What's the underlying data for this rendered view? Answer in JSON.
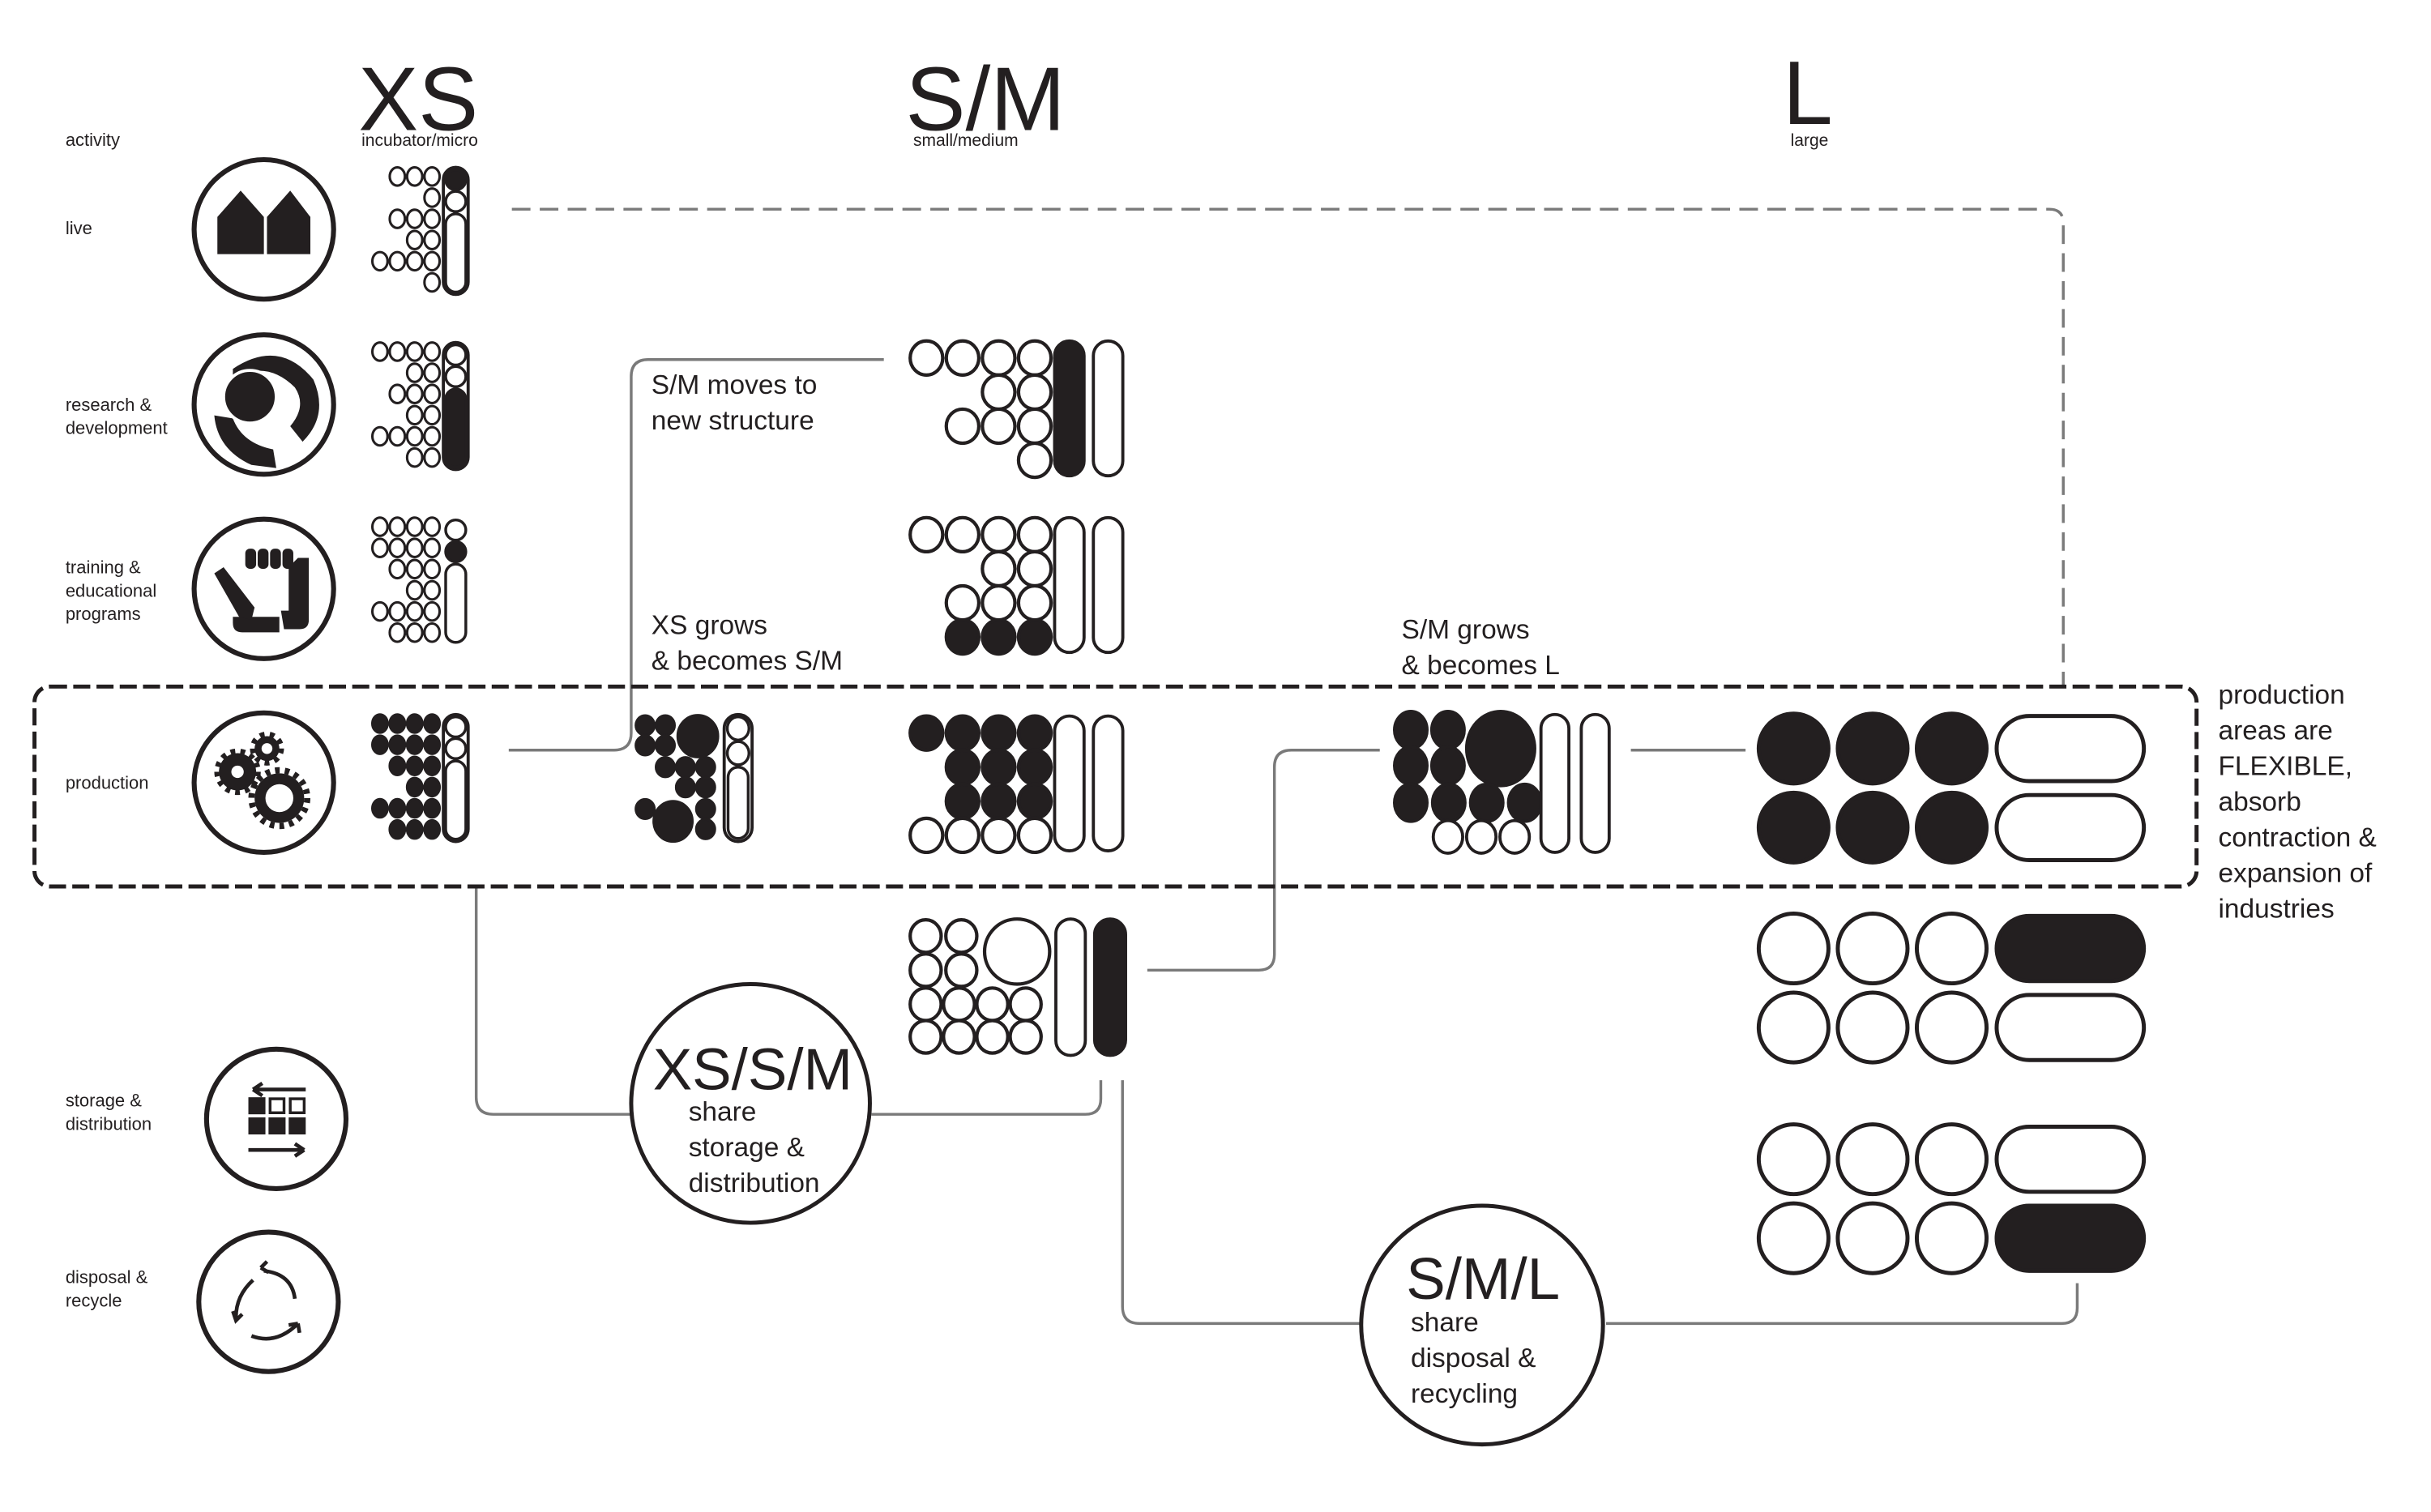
{
  "colors": {
    "ink": "#231f20",
    "connector": "#7a7a7a",
    "background": "#ffffff"
  },
  "header": {
    "activity_label": "activity",
    "columns": [
      {
        "id": "xs",
        "title": "XS",
        "subtitle": "incubator/micro"
      },
      {
        "id": "sm",
        "title": "S/M",
        "subtitle": "small/medium"
      },
      {
        "id": "l",
        "title": "L",
        "subtitle": "large"
      }
    ]
  },
  "activities": [
    {
      "id": "live",
      "lines": [
        "live"
      ],
      "icon": "houses-icon"
    },
    {
      "id": "research",
      "lines": [
        "research &",
        "development"
      ],
      "icon": "magnifier-icon"
    },
    {
      "id": "training",
      "lines": [
        "training &",
        "educational",
        "programs"
      ],
      "icon": "hand-pencil-icon"
    },
    {
      "id": "production",
      "lines": [
        "production"
      ],
      "icon": "gears-icon"
    },
    {
      "id": "storage",
      "lines": [
        "storage &",
        "distribution"
      ],
      "icon": "storage-grid-arrows-icon"
    },
    {
      "id": "disposal",
      "lines": [
        "disposal &",
        "recycle"
      ],
      "icon": "recycle-arrows-icon"
    }
  ],
  "annotations": {
    "sm_moves": [
      "S/M moves to",
      "new structure"
    ],
    "xs_grows": [
      "XS grows",
      "& becomes S/M"
    ],
    "sm_grows": [
      "S/M grows",
      "& becomes L"
    ],
    "production_note": [
      "production",
      "areas are",
      "FLEXIBLE,",
      "absorb",
      "contraction &",
      "expansion of",
      "industries"
    ]
  },
  "hubs": {
    "storage": {
      "title": "XS/S/M",
      "lines": [
        "share",
        "storage &",
        "distribution"
      ]
    },
    "disposal": {
      "title": "S/M/L",
      "lines": [
        "share",
        "disposal &",
        "recycling"
      ]
    }
  },
  "clusters": {
    "xs_live": {
      "rows": [
        " ooo",
        "   o",
        " ooo",
        "  oo",
        "oooo",
        "   o"
      ],
      "side": [
        "x",
        "o",
        "O"
      ],
      "side_frame": true
    },
    "xs_research": {
      "rows": [
        "oooo",
        "  oo",
        " ooo",
        "  oo",
        "oooo",
        "  oo"
      ],
      "side": [
        "o",
        "o",
        "X"
      ],
      "side_frame": true
    },
    "xs_training": {
      "rows": [
        "oooo",
        "oooo",
        " ooo",
        "  oo",
        "oooo",
        " ooo"
      ],
      "side": [
        "o",
        "x",
        "O"
      ],
      "side_frame": false
    },
    "xs_production": {
      "rows": [
        "xxxx",
        "xxxx",
        " xxx",
        "  xx",
        "xxxx",
        " xxx"
      ],
      "side": [
        "o",
        "o",
        "O"
      ],
      "side_frame": true
    },
    "xs_to_sm_production": {
      "description": "transitional cluster: filled small and large circles",
      "side": [
        "o",
        "o",
        "O"
      ],
      "side_frame": true
    },
    "sm_moves": {
      "rows": [
        "oooo",
        "  oo",
        " ooo",
        "   o"
      ],
      "bars": [
        "x",
        "o"
      ]
    },
    "sm_grows": {
      "rows": [
        "oooo",
        "  oo",
        " ooo",
        " xxx"
      ],
      "bars": [
        "o",
        "o"
      ]
    },
    "sm_production": {
      "rows": [
        "xxxx",
        " xxx",
        " xxx",
        "oooo"
      ],
      "bars": [
        "o",
        "o"
      ]
    },
    "sm_storage": {
      "description": "2x2 small + 1 big empty, then two rows of 4 empty",
      "bars": [
        "o",
        "x"
      ]
    },
    "sm_to_l_production": {
      "description": "2x2 filled small + big filled, row of 4 filled, row of 3 empty",
      "bars": [
        "o",
        "o"
      ]
    },
    "l_production": {
      "rows": [
        [
          "x",
          "x",
          "x",
          "o"
        ],
        [
          "x",
          "x",
          "x",
          "o"
        ]
      ]
    },
    "l_storage": {
      "rows": [
        [
          "o",
          "o",
          "o",
          "x"
        ],
        [
          "o",
          "o",
          "o",
          "o"
        ]
      ]
    },
    "l_disposal": {
      "rows": [
        [
          "o",
          "o",
          "o",
          "o"
        ],
        [
          "o",
          "o",
          "o",
          "x"
        ]
      ]
    }
  }
}
